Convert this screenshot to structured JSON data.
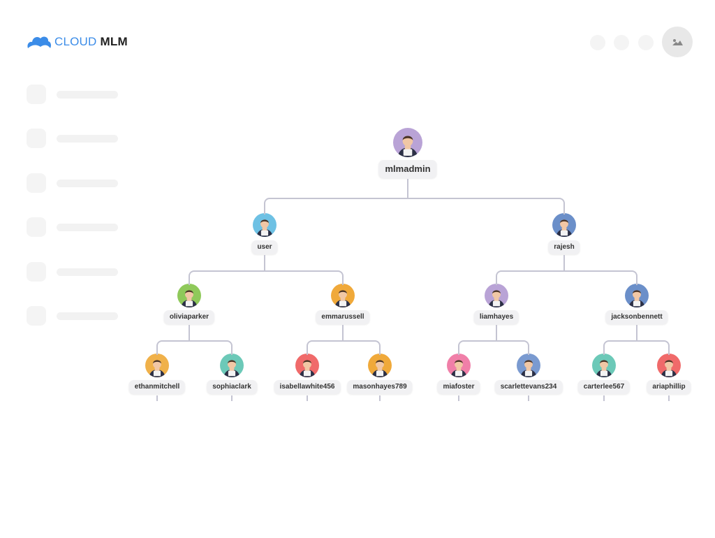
{
  "brand": {
    "part1": "CLOUD",
    "part2": "MLM",
    "color": "#3b8ce8"
  },
  "header": {
    "profile_icon": "image-placeholder-icon"
  },
  "tree": {
    "root": {
      "name": "mlmadmin",
      "color": "#b9a3d6"
    },
    "level1": [
      {
        "name": "user",
        "color": "#6ec1e4"
      },
      {
        "name": "rajesh",
        "color": "#6b8fc9"
      }
    ],
    "level2": [
      {
        "name": "oliviaparker",
        "color": "#8fc95a"
      },
      {
        "name": "emmarussell",
        "color": "#f0a93a"
      },
      {
        "name": "liamhayes",
        "color": "#b9a3d6"
      },
      {
        "name": "jacksonbennett",
        "color": "#6b8fc9"
      }
    ],
    "level3": [
      {
        "name": "ethanmitchell",
        "color": "#f0b14a"
      },
      {
        "name": "sophiaclark",
        "color": "#6cc9b8"
      },
      {
        "name": "isabellawhite456",
        "color": "#f06a6a"
      },
      {
        "name": "masonhayes789",
        "color": "#f0a93a"
      },
      {
        "name": "miafoster",
        "color": "#f07fa8"
      },
      {
        "name": "scarlettevans234",
        "color": "#7a9ad0"
      },
      {
        "name": "carterlee567",
        "color": "#6cc9b8"
      },
      {
        "name": "ariaphillip",
        "color": "#f06a6a"
      }
    ]
  }
}
